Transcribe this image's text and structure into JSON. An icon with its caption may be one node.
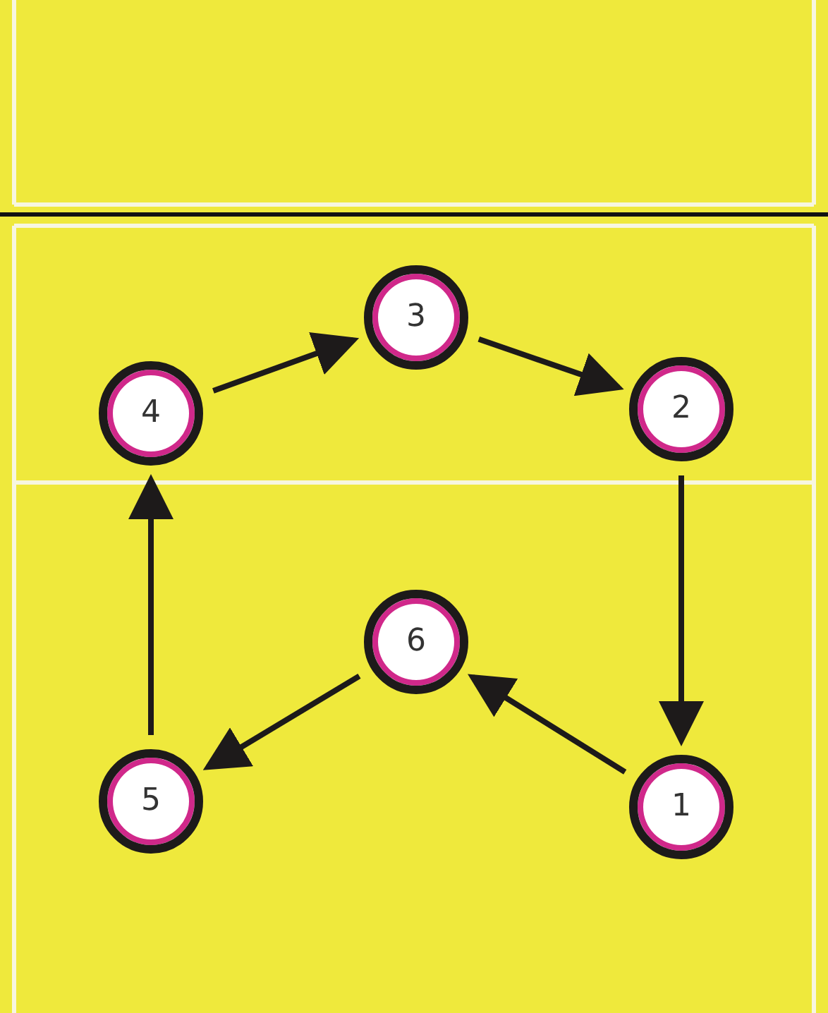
{
  "diagram": {
    "nodes": [
      {
        "text": [
          "3"
        ]
      },
      {
        "text": [
          "4"
        ]
      },
      {
        "text": [
          "2"
        ]
      },
      {
        "text": [
          "6"
        ]
      },
      {
        "text": [
          "5"
        ]
      },
      {
        "text": [
          "1"
        ]
      }
    ],
    "edges": [
      {
        "from": 1,
        "to": 0,
        "arrow": "to"
      },
      {
        "from": 0,
        "to": 2,
        "arrow": "to"
      },
      {
        "from": 2,
        "to": 5,
        "arrow": "to"
      },
      {
        "from": 5,
        "to": 3,
        "arrow": "to"
      },
      {
        "from": 3,
        "to": 4,
        "arrow": "to"
      },
      {
        "from": 4,
        "to": 1,
        "arrow": "to"
      }
    ]
  }
}
